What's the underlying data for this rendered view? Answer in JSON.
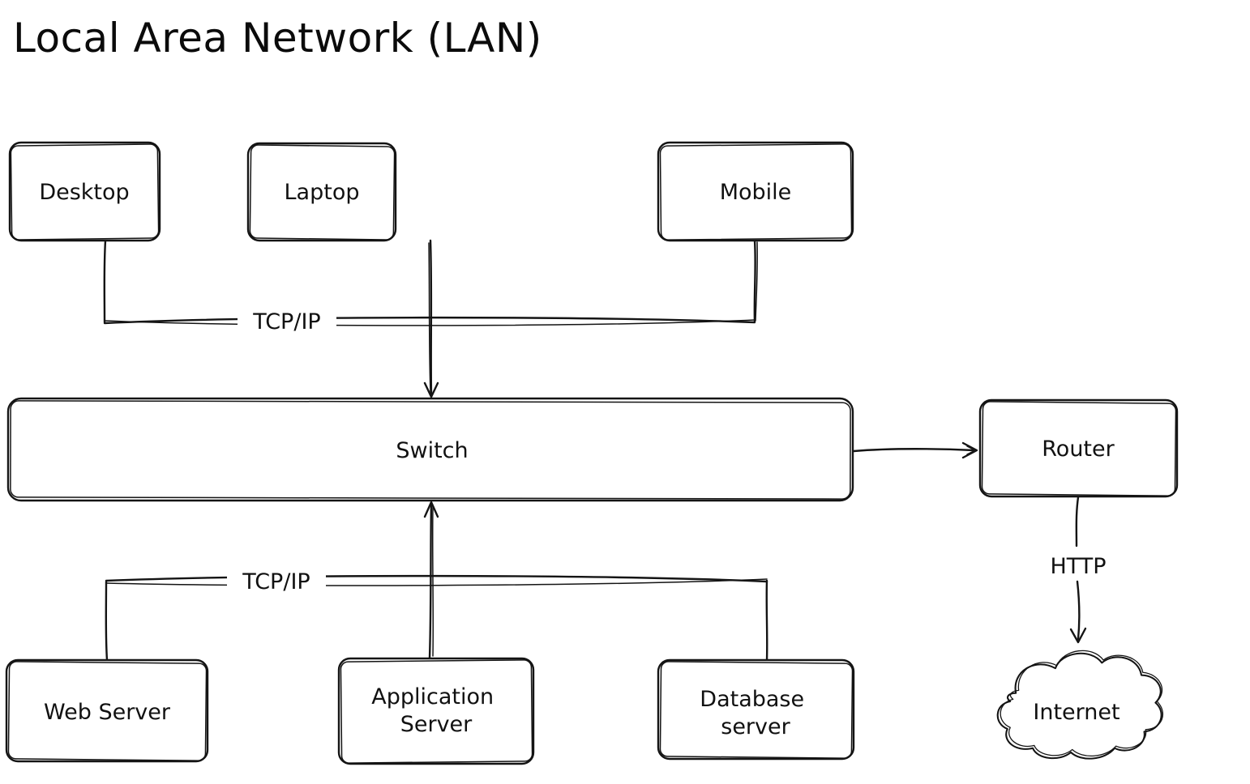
{
  "title": "Local Area Network (LAN)",
  "diagram_type": "network-topology",
  "colors": {
    "background": "#ffffff",
    "stroke": "#141414",
    "text": "#111111"
  },
  "nodes": {
    "desktop": {
      "label": "Desktop",
      "shape": "rectangle"
    },
    "laptop": {
      "label": "Laptop",
      "shape": "rectangle"
    },
    "mobile": {
      "label": "Mobile",
      "shape": "rectangle"
    },
    "switch": {
      "label": "Switch",
      "shape": "rectangle"
    },
    "router": {
      "label": "Router",
      "shape": "rectangle"
    },
    "web_server": {
      "label": "Web Server",
      "shape": "rectangle"
    },
    "application_server": {
      "label_line1": "Application",
      "label_line2": "Server",
      "shape": "rectangle"
    },
    "database_server": {
      "label_line1": "Database",
      "label_line2": "server",
      "shape": "rectangle"
    },
    "internet": {
      "label": "Internet",
      "shape": "cloud"
    }
  },
  "edges": [
    {
      "id": "devices-to-switch",
      "from": [
        "desktop",
        "laptop",
        "mobile"
      ],
      "to": "switch",
      "label": "TCP/IP",
      "arrow": "into-switch-top"
    },
    {
      "id": "switch-to-router",
      "from": "switch",
      "to": "router",
      "label": "",
      "arrow": "into-router-left"
    },
    {
      "id": "servers-to-switch",
      "from": [
        "web_server",
        "application_server",
        "database_server"
      ],
      "to": "switch",
      "label": "TCP/IP",
      "arrow": "into-switch-bottom"
    },
    {
      "id": "router-to-internet",
      "from": "router",
      "to": "internet",
      "label": "HTTP",
      "arrow": "into-internet-top"
    }
  ]
}
